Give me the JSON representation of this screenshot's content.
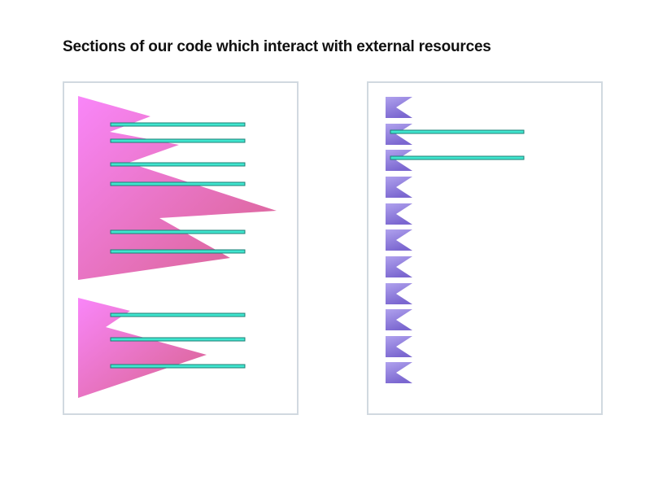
{
  "title": "Sections of our code which interact with external resources",
  "colors": {
    "panel_border": "#d1d9e0",
    "shape_pink_light": "#f986f9",
    "shape_pink_dark": "#d8628e",
    "flag_light": "#b0a2ee",
    "flag_dark": "#7b67d0",
    "bar_fill": "#40e6cf",
    "bar_stroke": "#1d7f74"
  },
  "left_panel": {
    "pink_shapes": [
      {
        "name": "code-block-large"
      },
      {
        "name": "code-block-small"
      }
    ],
    "highlight_bars_count": 9
  },
  "right_panel": {
    "flag_icons_count": 11,
    "highlight_bars_count": 2
  }
}
